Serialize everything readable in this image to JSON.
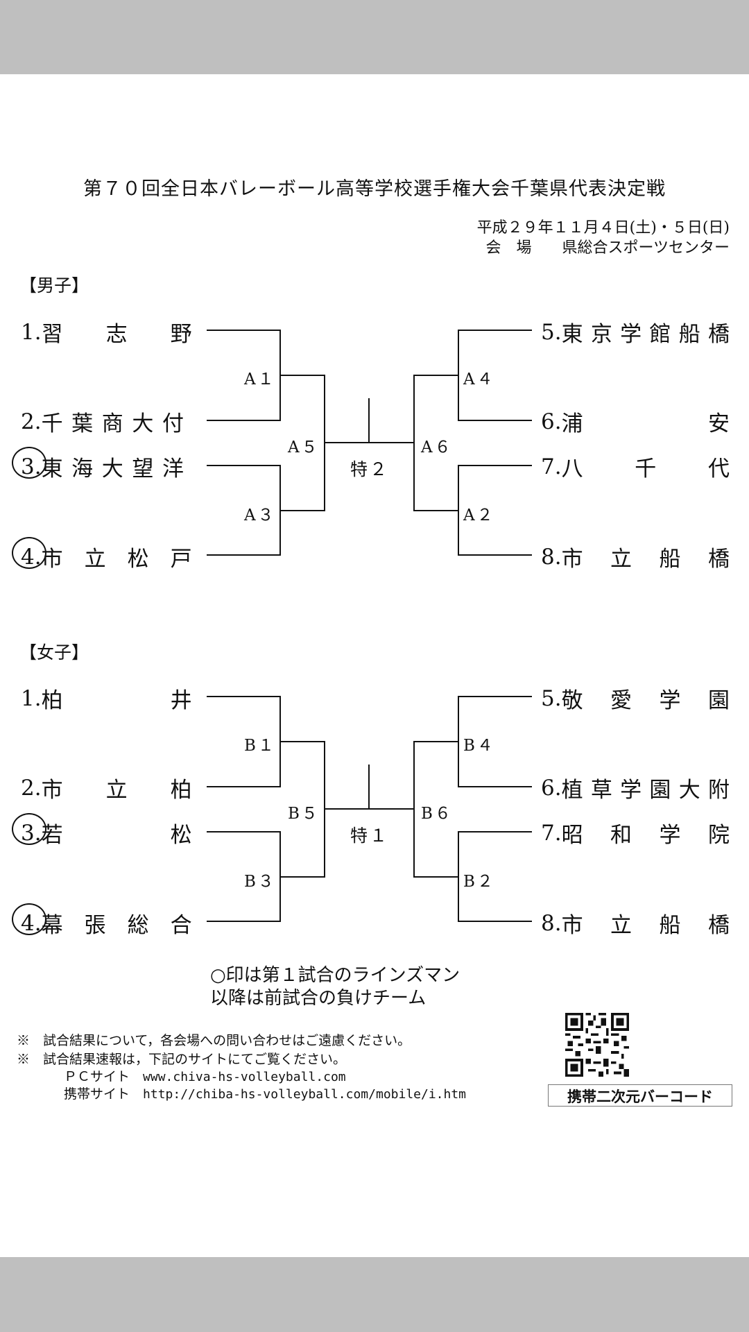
{
  "title": "第７０回全日本バレーボール高等学校選手権大会千葉県代表決定戦",
  "date": "平成２９年１１月４日(土)・５日(日)",
  "venue": "会　場　　県総合スポーツセンター",
  "men": {
    "heading": "【男子】",
    "left_teams": [
      {
        "num": "1.",
        "name": "習　　志　　野",
        "circled": false
      },
      {
        "num": "2.",
        "name": "千 葉 商 大 付",
        "circled": false
      },
      {
        "num": "3.",
        "name": "東 海 大 望 洋",
        "circled": true
      },
      {
        "num": "4.",
        "name": "市　立　松　戸",
        "circled": true
      }
    ],
    "right_teams": [
      {
        "num": "5.",
        "name": "東京学館船橋"
      },
      {
        "num": "6.",
        "name": "浦　　　　　安"
      },
      {
        "num": "7.",
        "name": "八　　千　　代"
      },
      {
        "num": "8.",
        "name": "市　立　船　橋"
      }
    ],
    "matches": {
      "m1": "A１",
      "m3": "A３",
      "m5": "A５",
      "final": "特２",
      "m6": "A６",
      "m4": "A４",
      "m2": "A２"
    }
  },
  "women": {
    "heading": "【女子】",
    "left_teams": [
      {
        "num": "1.",
        "name": "柏　　　　　井",
        "circled": false
      },
      {
        "num": "2.",
        "name": "市　　立　　柏",
        "circled": false
      },
      {
        "num": "3.",
        "name": "若　　　　　松",
        "circled": true
      },
      {
        "num": "4.",
        "name": "幕　張　総　合",
        "circled": true
      }
    ],
    "right_teams": [
      {
        "num": "5.",
        "name": "敬　愛　学　園"
      },
      {
        "num": "6.",
        "name": "植草学園大附"
      },
      {
        "num": "7.",
        "name": "昭　和　学　院"
      },
      {
        "num": "8.",
        "name": "市　立　船　橋"
      }
    ],
    "matches": {
      "m1": "B１",
      "m3": "B３",
      "m5": "B５",
      "final": "特１",
      "m6": "B６",
      "m4": "B４",
      "m2": "B２"
    }
  },
  "notes": {
    "line1": "○印は第１試合のラインズマン",
    "line2": "以降は前試合の負けチーム"
  },
  "footer": {
    "line1": "※　試合結果について，各会場への問い合わせはご遠慮ください。",
    "line2": "※　試合結果速報は，下記のサイトにてご覧ください。",
    "pc_label": "ＰＣサイト",
    "pc_url": "www.chiva-hs-volleyball.com",
    "mobile_label": "携帯サイト",
    "mobile_url": "http://chiba-hs-volleyball.com/mobile/i.htm",
    "qr_label": "携帯二次元バーコード"
  }
}
